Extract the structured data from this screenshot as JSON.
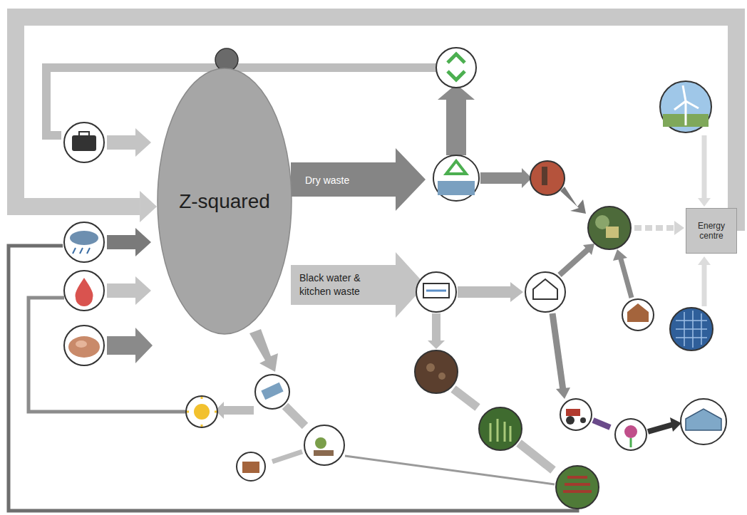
{
  "diagram": {
    "nodes": [
      {
        "text": [
          "Z-squared"
        ]
      },
      {
        "text": [
          "Energy centre"
        ]
      }
    ],
    "edges": [
      {
        "from": 1,
        "to": 0,
        "arrow": "to"
      }
    ],
    "labels": [
      "Dry waste",
      "Black water & kitchen waste"
    ]
  }
}
